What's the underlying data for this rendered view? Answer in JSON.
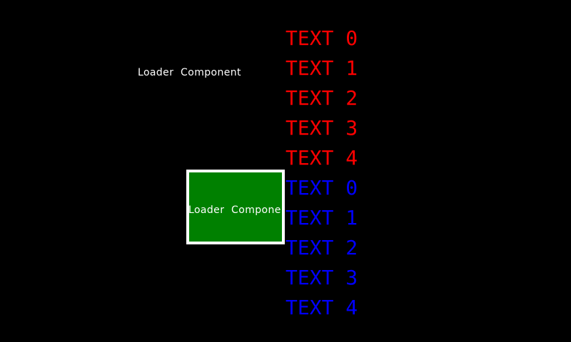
{
  "screen": {
    "background": "#000000",
    "loader_label": {
      "text": "Loader  Component",
      "color": "#ffffff"
    },
    "loader_box": {
      "label": "Loader  Component",
      "fill": "#008000",
      "border_color": "#ffffff",
      "label_color": "#ffffff"
    },
    "text_list": {
      "red_color": "#ff0000",
      "blue_color": "#0000ff",
      "items": [
        {
          "label": "TEXT 0",
          "color": "#ff0000"
        },
        {
          "label": "TEXT 1",
          "color": "#ff0000"
        },
        {
          "label": "TEXT 2",
          "color": "#ff0000"
        },
        {
          "label": "TEXT 3",
          "color": "#ff0000"
        },
        {
          "label": "TEXT 4",
          "color": "#ff0000"
        },
        {
          "label": "TEXT 0",
          "color": "#0000ff"
        },
        {
          "label": "TEXT 1",
          "color": "#0000ff"
        },
        {
          "label": "TEXT 2",
          "color": "#0000ff"
        },
        {
          "label": "TEXT 3",
          "color": "#0000ff"
        },
        {
          "label": "TEXT 4",
          "color": "#0000ff"
        }
      ]
    }
  }
}
